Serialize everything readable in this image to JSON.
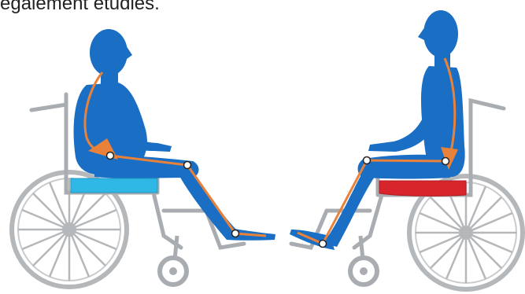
{
  "caption": "également étudiés.",
  "colors": {
    "body": "#1a6fc4",
    "bodyDark": "#0f57a8",
    "spine": "#e8823a",
    "joint": "#ffffff",
    "frame": "#a9acb0",
    "wheel": "#b5b8bb",
    "cushionLeft": "#2fb8e6",
    "cushionRight": "#d8242b"
  },
  "figures": [
    {
      "id": "left",
      "facing": "right",
      "cushion": "cushionLeft",
      "posture": "slouched"
    },
    {
      "id": "right",
      "facing": "left",
      "cushion": "cushionRight",
      "posture": "upright"
    }
  ]
}
